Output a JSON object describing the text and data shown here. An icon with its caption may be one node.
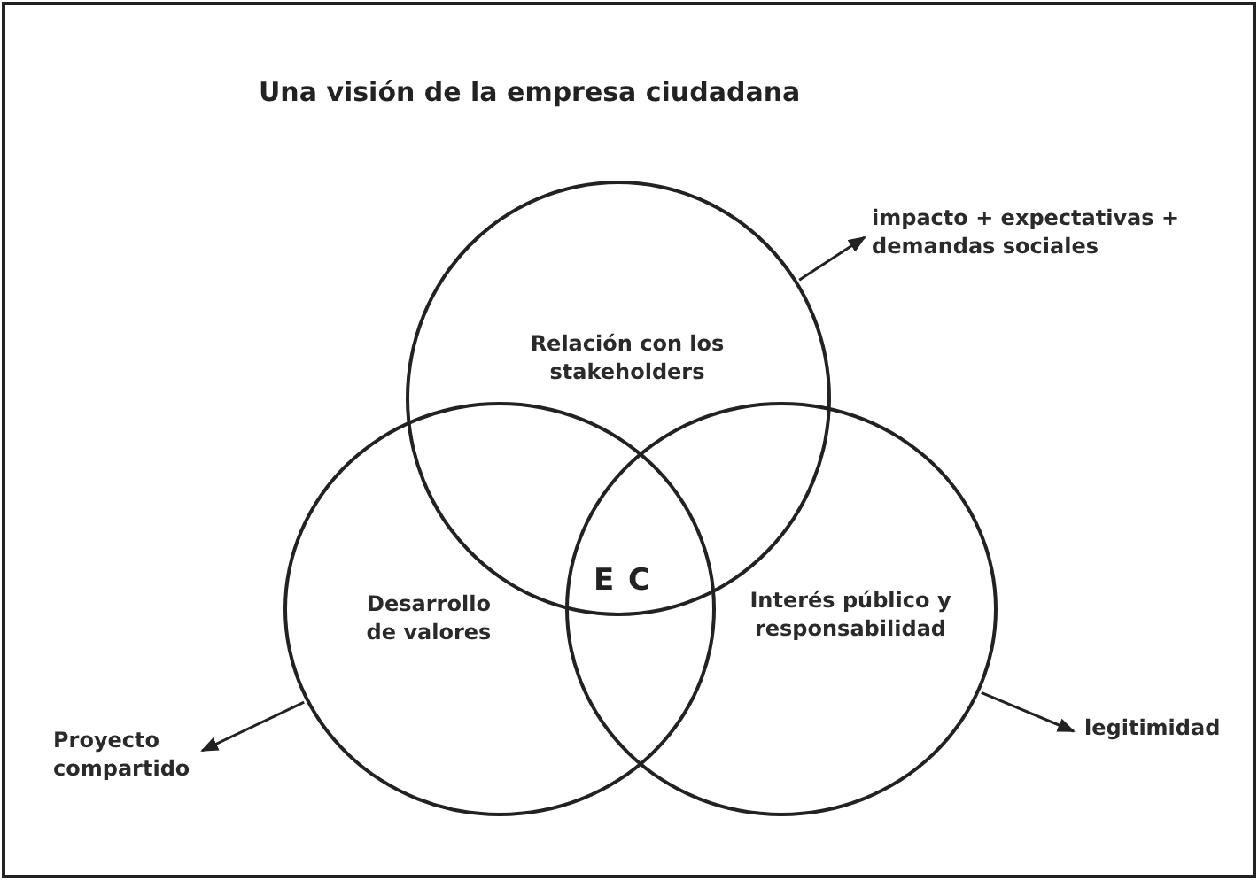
{
  "diagram": {
    "title": "Una visión de la empresa ciudadana",
    "nodes": [
      {
        "text": [
          "Relación con los stakeholders"
        ]
      },
      {
        "text": [
          "Desarrollo de valores"
        ]
      },
      {
        "text": [
          "Interés público y responsabilidad"
        ]
      },
      {
        "text": [
          "impacto + expectativas + demandas sociales"
        ]
      },
      {
        "text": [
          "Proyecto compartido"
        ]
      },
      {
        "text": [
          "legitimidad"
        ]
      }
    ],
    "edges": [
      {
        "from": 0,
        "to": 3,
        "arrow": "to"
      },
      {
        "from": 1,
        "to": 4,
        "arrow": "to"
      },
      {
        "from": 2,
        "to": 5,
        "arrow": "to"
      }
    ],
    "labels": [
      "E C"
    ]
  }
}
